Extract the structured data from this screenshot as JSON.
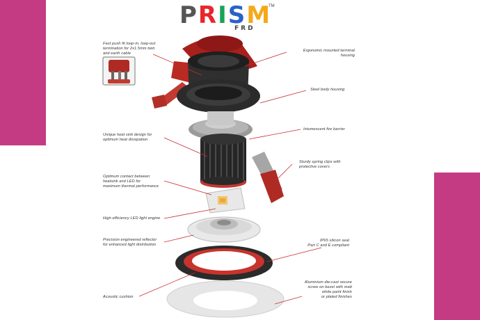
{
  "colors": {
    "band": "#c43b83",
    "housing_red": "#a8201c",
    "body_dark": "#2c2c2c",
    "leader": "#c92b2b",
    "gasket_red": "#c8332d",
    "bezel_white": "#eaeaea"
  },
  "logo": {
    "letters": [
      "P",
      "R",
      "I",
      "S",
      "M"
    ],
    "letter_colors": [
      "#555555",
      "#e8262d",
      "#1aa35a",
      "#2a62c9",
      "#f3a91c"
    ],
    "sub": "FRD",
    "tm": "TM"
  },
  "callouts": [
    {
      "id": "push-fit",
      "text": "Fast push fit loop-in, loop-out\ntermination for 2x1.5mm twin\nand earth cable"
    },
    {
      "id": "terminal-housing",
      "text": "Ergonomic mounted terminal\nhousing"
    },
    {
      "id": "steel-body",
      "text": "Steel body housing"
    },
    {
      "id": "fire-barrier",
      "text": "Intumescent fire barrier"
    },
    {
      "id": "heat-sink",
      "text": "Unique heat sink design for\noptimum heat dissipation"
    },
    {
      "id": "spring-clips",
      "text": "Sturdy spring clips with\nprotective covers"
    },
    {
      "id": "contact",
      "text": "Optimum contact between\nheatsink and LED for\nmaximum thermal performance"
    },
    {
      "id": "led-engine",
      "text": "High efficiency LED light engine"
    },
    {
      "id": "reflector",
      "text": "Precision engineered reflector\nfor enhanced light distribution"
    },
    {
      "id": "ip65-seal",
      "text": "IP65 silicon seal\nPart C and E compliant"
    },
    {
      "id": "acoustic",
      "text": "Acoustic cushion"
    },
    {
      "id": "bezel",
      "text": "Aluminium die-cast secure\nscrew on bezel with matt\nwhite paint finish\nor plated finishes"
    }
  ]
}
